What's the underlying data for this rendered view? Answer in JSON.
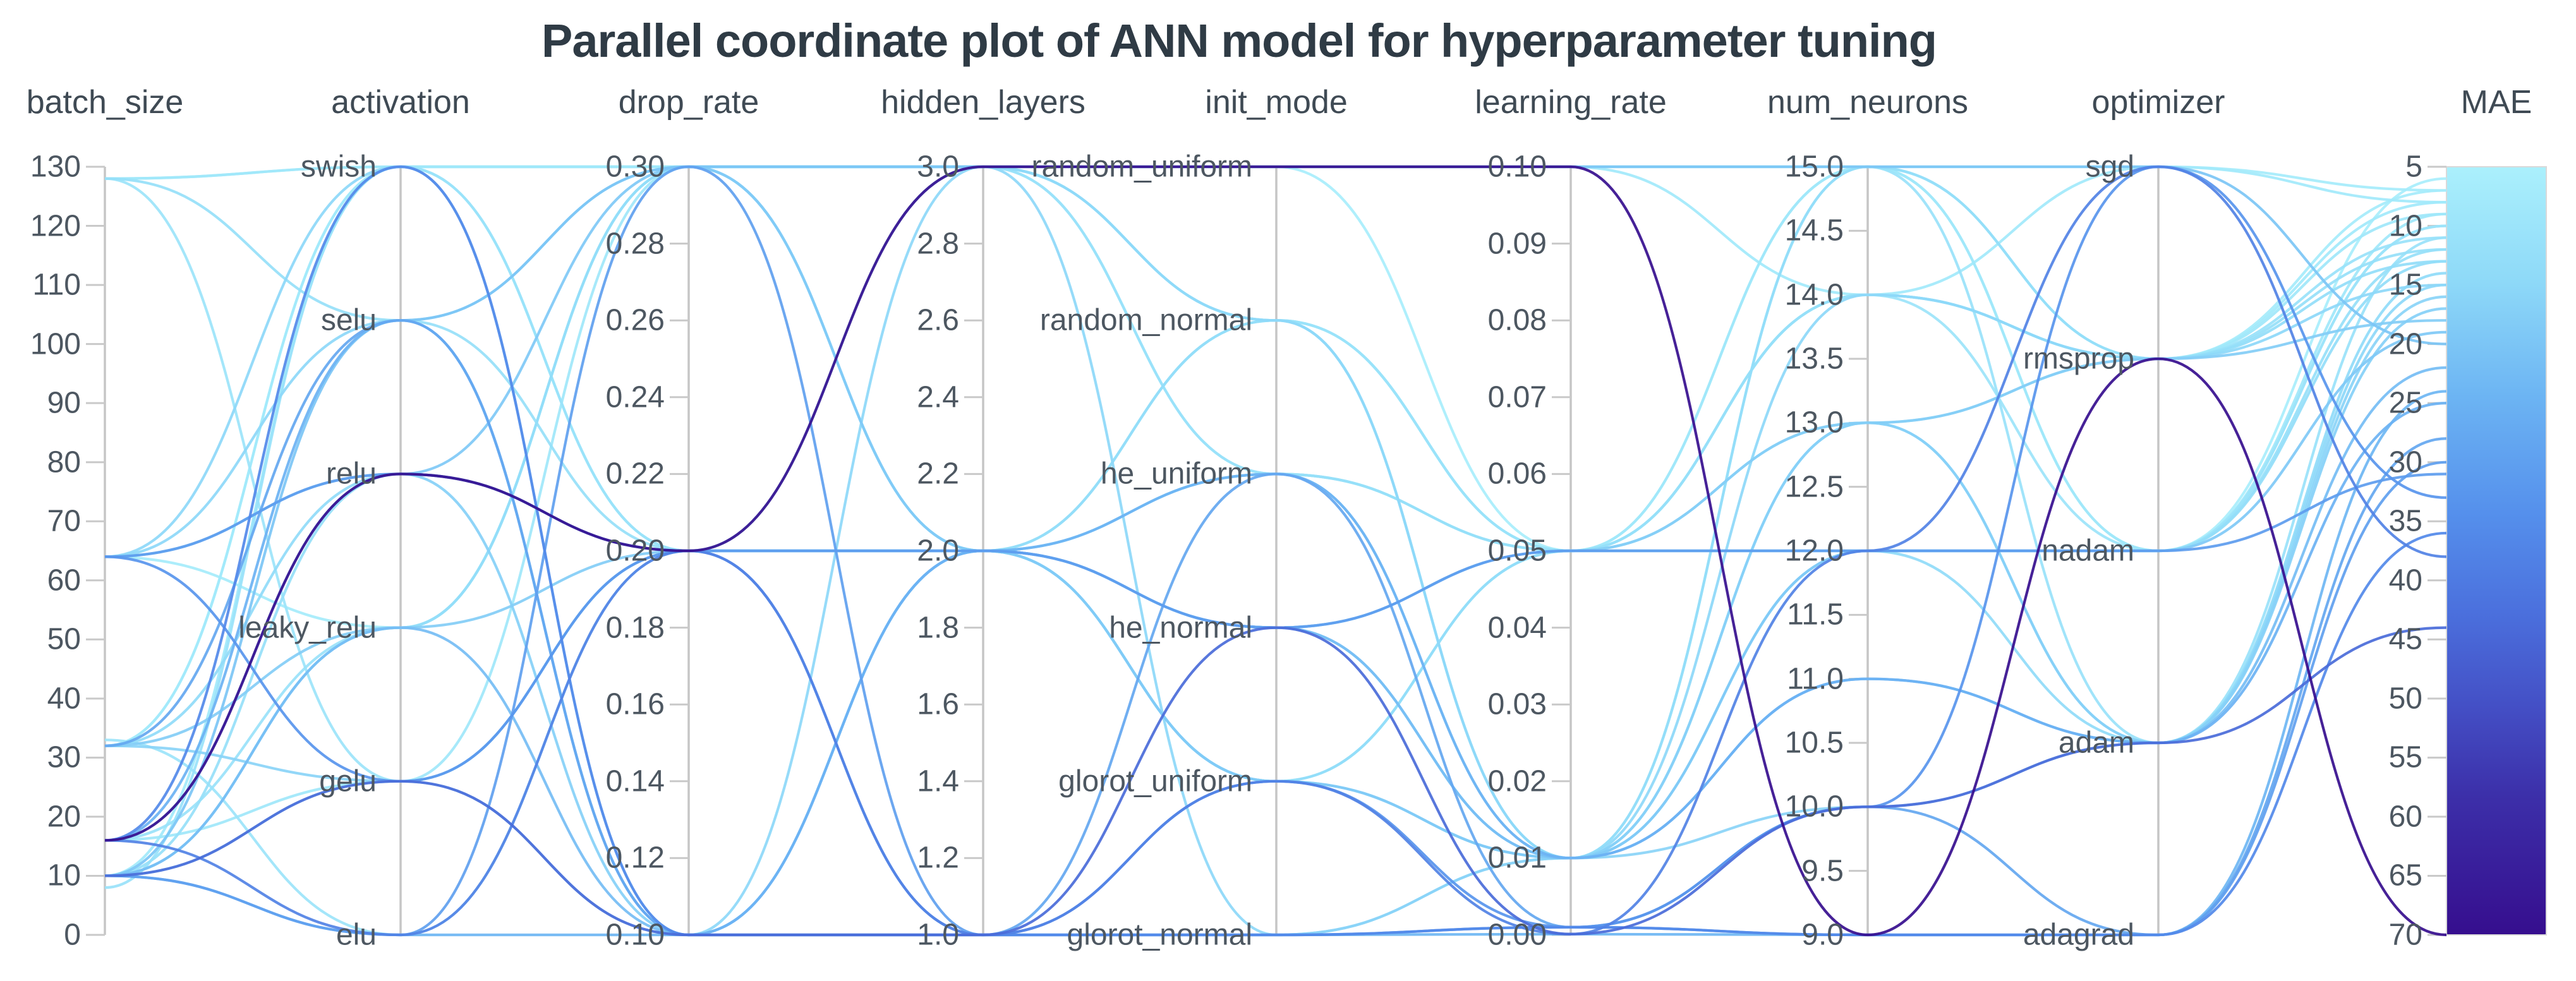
{
  "title": "Parallel coordinate plot of ANN model for hyperparameter tuning",
  "colors": {
    "background": "#ffffff",
    "axis_line": "#c6c6c6",
    "tick_mark": "#c9c9c9",
    "tick_label": "#4d5761",
    "axis_title": "#3f4a54",
    "title": "#2f3b45",
    "colorbar_border": "#d9d9d9"
  },
  "chart_data": {
    "type": "parallel-coordinates",
    "title": "Parallel coordinate plot of ANN model for hyperparameter tuning",
    "grid": false,
    "legend_position": "right-colorbar",
    "axes": [
      {
        "name": "batch_size",
        "type": "numeric",
        "min": 0,
        "max": 130,
        "tick_step": 10,
        "decimals": 0,
        "ticks": [
          "0",
          "10",
          "20",
          "30",
          "40",
          "50",
          "60",
          "70",
          "80",
          "90",
          "100",
          "110",
          "120",
          "130"
        ]
      },
      {
        "name": "activation",
        "type": "categorical",
        "categories": [
          "elu",
          "gelu",
          "leaky_relu",
          "relu",
          "selu",
          "swish"
        ]
      },
      {
        "name": "drop_rate",
        "type": "numeric",
        "min": 0.1,
        "max": 0.3,
        "tick_step": 0.02,
        "decimals": 2,
        "ticks": [
          "0.10",
          "0.12",
          "0.14",
          "0.16",
          "0.18",
          "0.20",
          "0.22",
          "0.24",
          "0.26",
          "0.28",
          "0.30"
        ]
      },
      {
        "name": "hidden_layers",
        "type": "numeric",
        "min": 1.0,
        "max": 3.0,
        "tick_step": 0.2,
        "decimals": 1,
        "ticks": [
          "1.0",
          "1.2",
          "1.4",
          "1.6",
          "1.8",
          "2.0",
          "2.2",
          "2.4",
          "2.6",
          "2.8",
          "3.0"
        ]
      },
      {
        "name": "init_mode",
        "type": "categorical",
        "categories": [
          "glorot_normal",
          "glorot_uniform",
          "he_normal",
          "he_uniform",
          "random_normal",
          "random_uniform"
        ]
      },
      {
        "name": "learning_rate",
        "type": "numeric",
        "min": 0.0,
        "max": 0.1,
        "tick_step": 0.01,
        "decimals": 2,
        "ticks": [
          "0.00",
          "0.01",
          "0.02",
          "0.03",
          "0.04",
          "0.05",
          "0.06",
          "0.07",
          "0.08",
          "0.09",
          "0.10"
        ]
      },
      {
        "name": "num_neurons",
        "type": "numeric",
        "min": 9.0,
        "max": 15.0,
        "tick_step": 0.5,
        "decimals": 1,
        "ticks": [
          "9.0",
          "9.5",
          "10.0",
          "10.5",
          "11.0",
          "11.5",
          "12.0",
          "12.5",
          "13.0",
          "13.5",
          "14.0",
          "14.5",
          "15.0"
        ]
      },
      {
        "name": "optimizer",
        "type": "categorical",
        "categories": [
          "adagrad",
          "adam",
          "nadam",
          "rmsprop",
          "sgd"
        ]
      }
    ],
    "colorbar": {
      "label": "MAE",
      "min": 5,
      "max": 70,
      "tick_step": 5,
      "ticks_top_to_bottom": [
        "5",
        "10",
        "15",
        "20",
        "25",
        "30",
        "35",
        "40",
        "45",
        "50",
        "55",
        "60",
        "65",
        "70"
      ],
      "gradient_stops": [
        {
          "t": 0.0,
          "color": "#abf0fc"
        },
        {
          "t": 0.15,
          "color": "#8ed9f8"
        },
        {
          "t": 0.3,
          "color": "#6cb4f3"
        },
        {
          "t": 0.45,
          "color": "#5590ec"
        },
        {
          "t": 0.58,
          "color": "#4b70dd"
        },
        {
          "t": 0.7,
          "color": "#4450c6"
        },
        {
          "t": 0.82,
          "color": "#3c2fa9"
        },
        {
          "t": 1.0,
          "color": "#360e8e"
        }
      ]
    },
    "rows": [
      {
        "batch_size": 128,
        "activation": "swish",
        "drop_rate": 0.3,
        "hidden_layers": 3,
        "init_mode": "random_uniform",
        "learning_rate": 0.1,
        "num_neurons": 15.0,
        "optimizer": "sgd",
        "mae": 7
      },
      {
        "batch_size": 128,
        "activation": "swish",
        "drop_rate": 0.3,
        "hidden_layers": 3,
        "init_mode": "random_normal",
        "learning_rate": 0.05,
        "num_neurons": 14.0,
        "optimizer": "rmsprop",
        "mae": 9
      },
      {
        "batch_size": 128,
        "activation": "selu",
        "drop_rate": 0.2,
        "hidden_layers": 2,
        "init_mode": "he_uniform",
        "learning_rate": 0.05,
        "num_neurons": 12.0,
        "optimizer": "nadam",
        "mae": 12
      },
      {
        "batch_size": 64,
        "activation": "selu",
        "drop_rate": 0.3,
        "hidden_layers": 3,
        "init_mode": "random_normal",
        "learning_rate": 0.01,
        "num_neurons": 14.0,
        "optimizer": "rmsprop",
        "mae": 15
      },
      {
        "batch_size": 64,
        "activation": "relu",
        "drop_rate": 0.2,
        "hidden_layers": 2,
        "init_mode": "he_normal",
        "learning_rate": 0.05,
        "num_neurons": 12.0,
        "optimizer": "nadam",
        "mae": 31
      },
      {
        "batch_size": 32,
        "activation": "relu",
        "drop_rate": 0.2,
        "hidden_layers": 2,
        "init_mode": "glorot_uniform",
        "learning_rate": 0.01,
        "num_neurons": 12.0,
        "optimizer": "adam",
        "mae": 14
      },
      {
        "batch_size": 32,
        "activation": "gelu",
        "drop_rate": 0.1,
        "hidden_layers": 1,
        "init_mode": "glorot_normal",
        "learning_rate": 0.01,
        "num_neurons": 10.0,
        "optimizer": "adam",
        "mae": 16
      },
      {
        "batch_size": 32,
        "activation": "leaky_relu",
        "drop_rate": 0.2,
        "hidden_layers": 2,
        "init_mode": "he_normal",
        "learning_rate": 0.05,
        "num_neurons": 13.0,
        "optimizer": "rmsprop",
        "mae": 18
      },
      {
        "batch_size": 16,
        "activation": "relu",
        "drop_rate": 0.2,
        "hidden_layers": 3,
        "init_mode": "random_uniform",
        "learning_rate": 0.1,
        "num_neurons": 9.0,
        "optimizer": "rmsprop",
        "mae": 70
      },
      {
        "batch_size": 16,
        "activation": "leaky_relu",
        "drop_rate": 0.3,
        "hidden_layers": 3,
        "init_mode": "he_uniform",
        "learning_rate": 0.01,
        "num_neurons": 15.0,
        "optimizer": "adam",
        "mae": 11
      },
      {
        "batch_size": 16,
        "activation": "swish",
        "drop_rate": 0.1,
        "hidden_layers": 1,
        "init_mode": "glorot_normal",
        "learning_rate": 0.001,
        "num_neurons": 9.0,
        "optimizer": "adagrad",
        "mae": 36
      },
      {
        "batch_size": 10,
        "activation": "elu",
        "drop_rate": 0.1,
        "hidden_layers": 1,
        "init_mode": "glorot_normal",
        "learning_rate": 0.0001,
        "num_neurons": 9.0,
        "optimizer": "adagrad",
        "mae": 24
      },
      {
        "batch_size": 10,
        "activation": "gelu",
        "drop_rate": 0.2,
        "hidden_layers": 2,
        "init_mode": "glorot_uniform",
        "learning_rate": 0.05,
        "num_neurons": 12.0,
        "optimizer": "nadam",
        "mae": 13
      },
      {
        "batch_size": 10,
        "activation": "selu",
        "drop_rate": 0.3,
        "hidden_layers": 3,
        "init_mode": "random_uniform",
        "learning_rate": 0.1,
        "num_neurons": 15.0,
        "optimizer": "sgd",
        "mae": 20
      },
      {
        "batch_size": 10,
        "activation": "swish",
        "drop_rate": 0.3,
        "hidden_layers": 2,
        "init_mode": "he_uniform",
        "learning_rate": 0.05,
        "num_neurons": 14.0,
        "optimizer": "rmsprop",
        "mae": 8
      },
      {
        "batch_size": 10,
        "activation": "leaky_relu",
        "drop_rate": 0.1,
        "hidden_layers": 2,
        "init_mode": "he_normal",
        "learning_rate": 0.01,
        "num_neurons": 11.0,
        "optimizer": "adam",
        "mae": 22
      },
      {
        "batch_size": 32,
        "activation": "swish",
        "drop_rate": 0.3,
        "hidden_layers": 3,
        "init_mode": "random_uniform",
        "learning_rate": 0.05,
        "num_neurons": 15.0,
        "optimizer": "nadam",
        "mae": 6
      },
      {
        "batch_size": 64,
        "activation": "gelu",
        "drop_rate": 0.2,
        "hidden_layers": 1,
        "init_mode": "glorot_uniform",
        "learning_rate": 0.001,
        "num_neurons": 10.0,
        "optimizer": "sgd",
        "mae": 33
      },
      {
        "batch_size": 64,
        "activation": "relu",
        "drop_rate": 0.1,
        "hidden_layers": 2,
        "init_mode": "he_normal",
        "learning_rate": 0.01,
        "num_neurons": 13.0,
        "optimizer": "adam",
        "mae": 17
      },
      {
        "batch_size": 10,
        "activation": "relu",
        "drop_rate": 0.2,
        "hidden_layers": 2,
        "init_mode": "glorot_uniform",
        "learning_rate": 0.05,
        "num_neurons": 14.0,
        "optimizer": "rmsprop",
        "mae": 12
      },
      {
        "batch_size": 16,
        "activation": "gelu",
        "drop_rate": 0.3,
        "hidden_layers": 3,
        "init_mode": "random_normal",
        "learning_rate": 0.05,
        "num_neurons": 15.0,
        "optimizer": "nadam",
        "mae": 9
      },
      {
        "batch_size": 32,
        "activation": "selu",
        "drop_rate": 0.1,
        "hidden_layers": 1,
        "init_mode": "he_uniform",
        "learning_rate": 0.001,
        "num_neurons": 10.0,
        "optimizer": "adagrad",
        "mae": 28
      },
      {
        "batch_size": 64,
        "activation": "swish",
        "drop_rate": 0.1,
        "hidden_layers": 3,
        "init_mode": "glorot_normal",
        "learning_rate": 0.01,
        "num_neurons": 13.0,
        "optimizer": "adam",
        "mae": 15
      },
      {
        "batch_size": 16,
        "activation": "elu",
        "drop_rate": 0.2,
        "hidden_layers": 1,
        "init_mode": "glorot_uniform",
        "learning_rate": 0.0001,
        "num_neurons": 12.0,
        "optimizer": "sgd",
        "mae": 38
      },
      {
        "batch_size": 10,
        "activation": "leaky_relu",
        "drop_rate": 0.3,
        "hidden_layers": 2,
        "init_mode": "random_normal",
        "learning_rate": 0.01,
        "num_neurons": 15.0,
        "optimizer": "rmsprop",
        "mae": 13
      },
      {
        "batch_size": 128,
        "activation": "gelu",
        "drop_rate": 0.2,
        "hidden_layers": 2,
        "init_mode": "he_normal",
        "learning_rate": 0.05,
        "num_neurons": 12.0,
        "optimizer": "nadam",
        "mae": 10
      },
      {
        "batch_size": 32,
        "activation": "swish",
        "drop_rate": 0.2,
        "hidden_layers": 3,
        "init_mode": "random_uniform",
        "learning_rate": 0.1,
        "num_neurons": 14.0,
        "optimizer": "sgd",
        "mae": 8
      },
      {
        "batch_size": 16,
        "activation": "selu",
        "drop_rate": 0.1,
        "hidden_layers": 2,
        "init_mode": "he_uniform",
        "learning_rate": 0.01,
        "num_neurons": 11.0,
        "optimizer": "adam",
        "mae": 25
      },
      {
        "batch_size": 10,
        "activation": "elu",
        "drop_rate": 0.3,
        "hidden_layers": 1,
        "init_mode": "glorot_normal",
        "learning_rate": 0.001,
        "num_neurons": 9.0,
        "optimizer": "adagrad",
        "mae": 30
      },
      {
        "batch_size": 64,
        "activation": "leaky_relu",
        "drop_rate": 0.3,
        "hidden_layers": 3,
        "init_mode": "random_uniform",
        "learning_rate": 0.1,
        "num_neurons": 15.0,
        "optimizer": "rmsprop",
        "mae": 7
      },
      {
        "batch_size": 10,
        "activation": "gelu",
        "drop_rate": 0.1,
        "hidden_layers": 1,
        "init_mode": "he_normal",
        "learning_rate": 0.0001,
        "num_neurons": 10.0,
        "optimizer": "adam",
        "mae": 44
      },
      {
        "batch_size": 16,
        "activation": "relu",
        "drop_rate": 0.3,
        "hidden_layers": 2,
        "init_mode": "glorot_uniform",
        "learning_rate": 0.01,
        "num_neurons": 12.0,
        "optimizer": "nadam",
        "mae": 19
      },
      {
        "batch_size": 8,
        "activation": "swish",
        "drop_rate": 0.2,
        "hidden_layers": 2,
        "init_mode": "random_normal",
        "learning_rate": 0.05,
        "num_neurons": 13.0,
        "optimizer": "rmsprop",
        "mae": 11
      },
      {
        "batch_size": 33,
        "activation": "elu",
        "drop_rate": 0.2,
        "hidden_layers": 3,
        "init_mode": "he_uniform",
        "learning_rate": 0.05,
        "num_neurons": 14.0,
        "optimizer": "nadam",
        "mae": 10
      }
    ]
  }
}
